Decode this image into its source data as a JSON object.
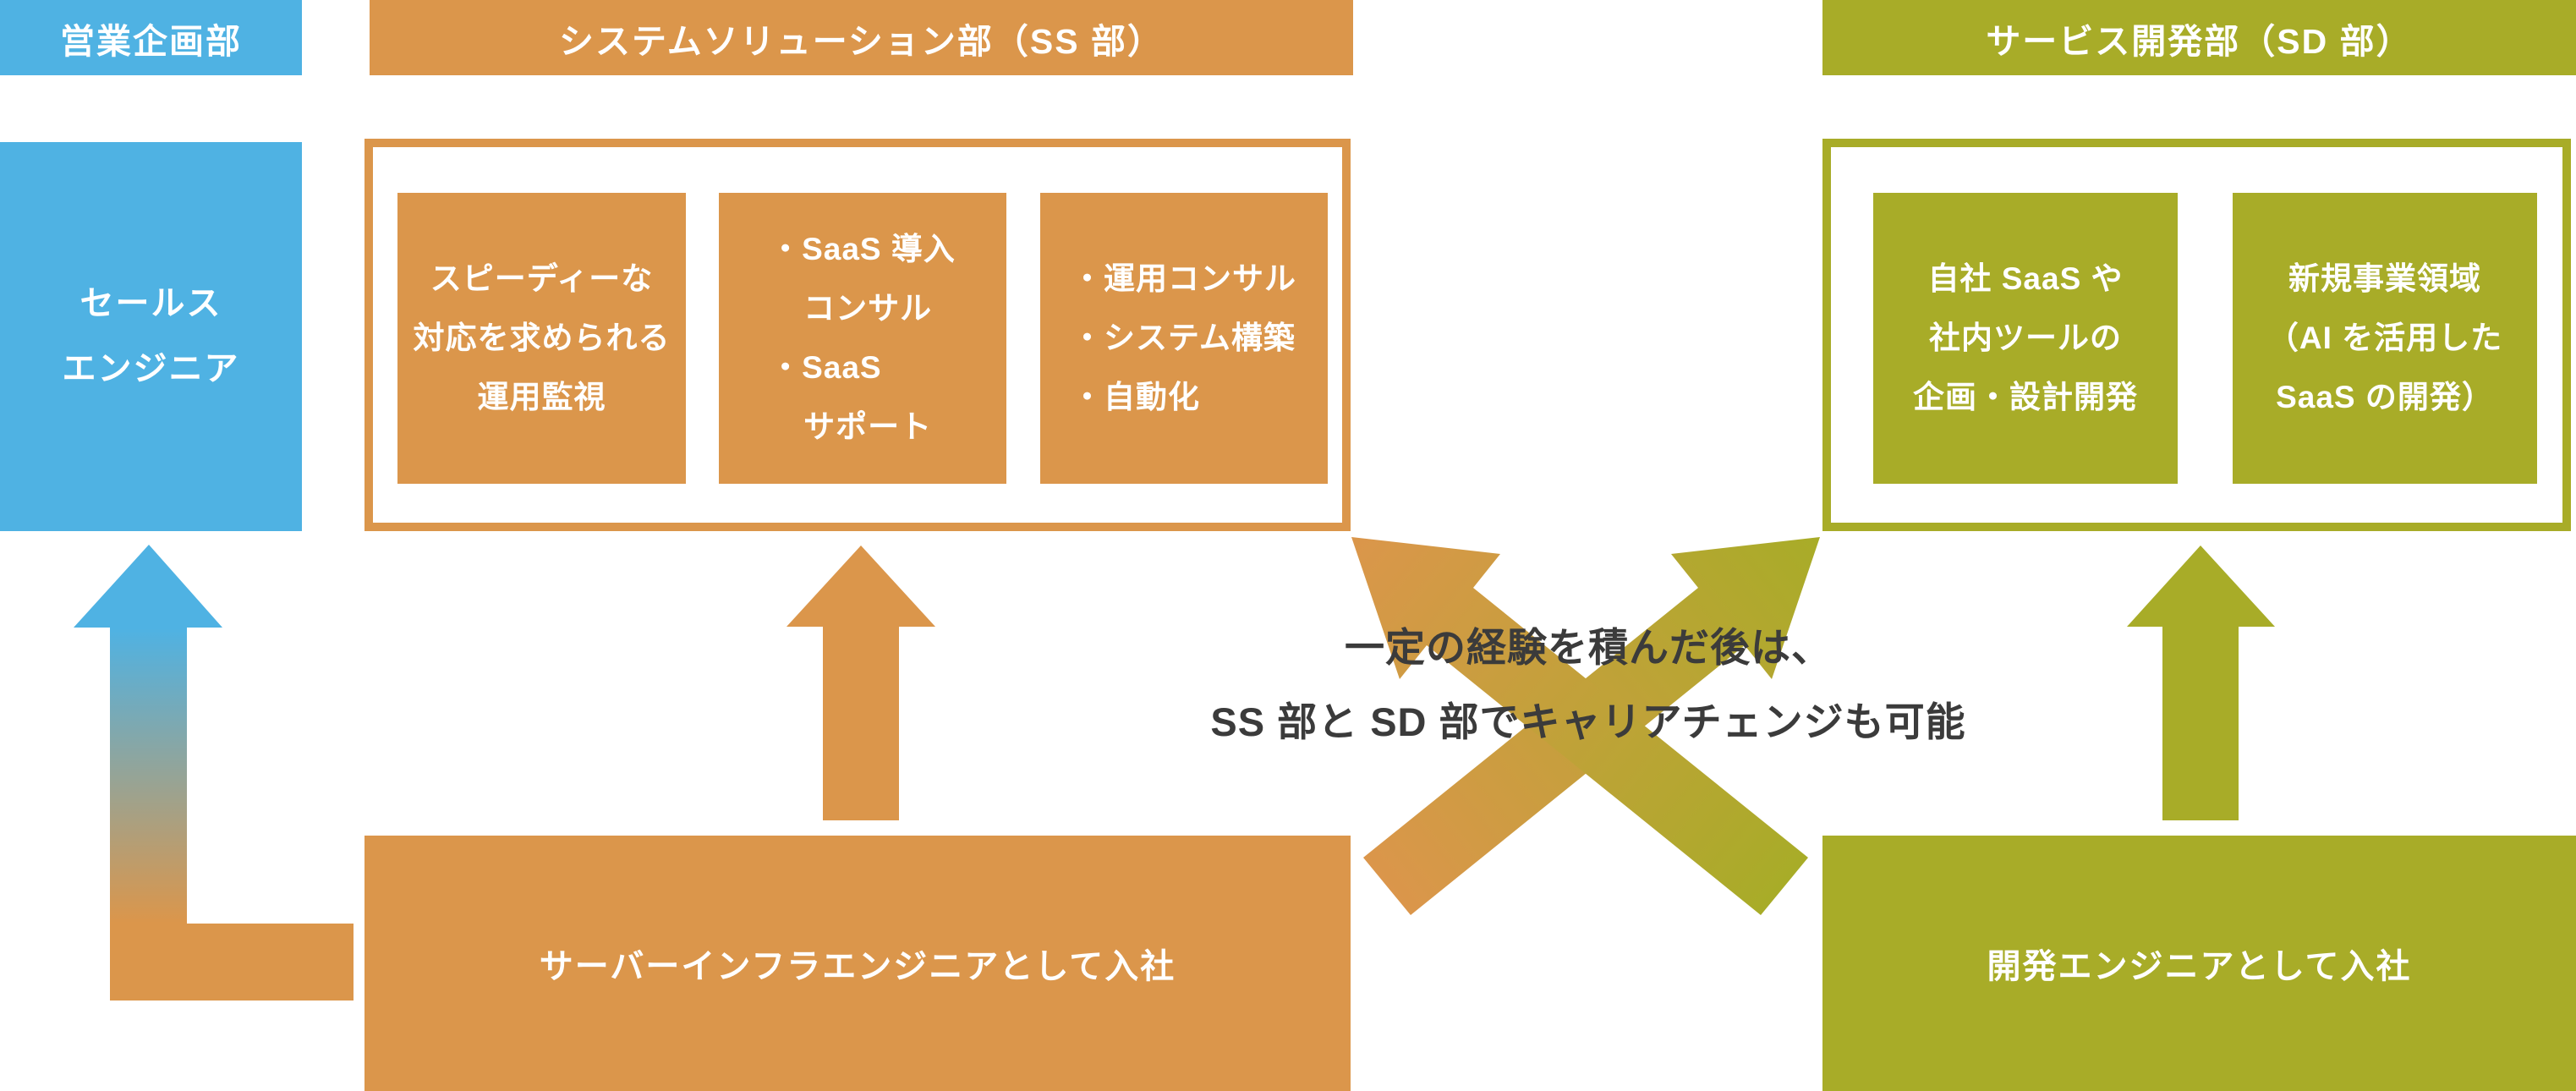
{
  "colors": {
    "blue": "#4FB2E3",
    "orange": "#DB964B",
    "olive": "#A8AC28",
    "text_dark": "#3B3B3B",
    "white_text": "#FFFFFF"
  },
  "departments": {
    "sales": {
      "header": "営業企画部",
      "role_lines": [
        "セールス",
        "エンジニア"
      ]
    },
    "ss": {
      "header": "システムソリューション部（SS 部）",
      "boxes": [
        {
          "lines": [
            "スピーディーな",
            "対応を求められる",
            "運用監視"
          ]
        },
        {
          "lines": [
            "・SaaS 導入",
            "コンサル",
            "・SaaS",
            "サポート"
          ]
        },
        {
          "lines": [
            "・運用コンサル",
            "・システム構築",
            "・自動化"
          ]
        }
      ],
      "entry": "サーバーインフラエンジニアとして入社"
    },
    "sd": {
      "header": "サービス開発部（SD 部）",
      "boxes": [
        {
          "lines": [
            "自社 SaaS や",
            "社内ツールの",
            "企画・設計開発"
          ]
        },
        {
          "lines": [
            "新規事業領域",
            "（AI を活用した",
            "SaaS の開発）"
          ]
        }
      ],
      "entry": "開発エンジニアとして入社"
    }
  },
  "caption": {
    "line1": "一定の経験を積んだ後は、",
    "line2": "SS 部と SD 部でキャリアチェンジも可能"
  }
}
